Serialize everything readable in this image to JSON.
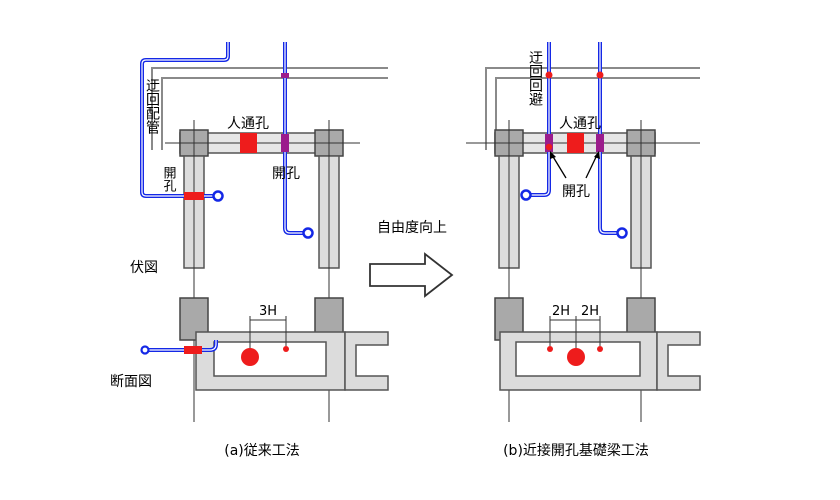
{
  "left_panel": {
    "detour_pipe_label": "迂回配管",
    "opening_label_side": "開孔",
    "manhole_label": "人通孔",
    "opening_label": "開孔",
    "dimension_label": "3H",
    "caption": "(a)従来工法"
  },
  "right_panel": {
    "detour_avoid_label": "迂回回避",
    "manhole_label": "人通孔",
    "opening_label": "開孔",
    "dimension_label_1": "2H",
    "dimension_label_2": "2H",
    "caption": "(b)近接開孔基礎梁工法"
  },
  "view_labels": {
    "plan": "伏図",
    "section": "断面図"
  },
  "center_arrow": {
    "label": "自由度向上"
  },
  "colors": {
    "pipe": "#1428e6",
    "opening": "#ee1c1c",
    "beam_fill": "#cfcfcf",
    "column_fill": "#8a8a8a",
    "line": "#333333"
  }
}
